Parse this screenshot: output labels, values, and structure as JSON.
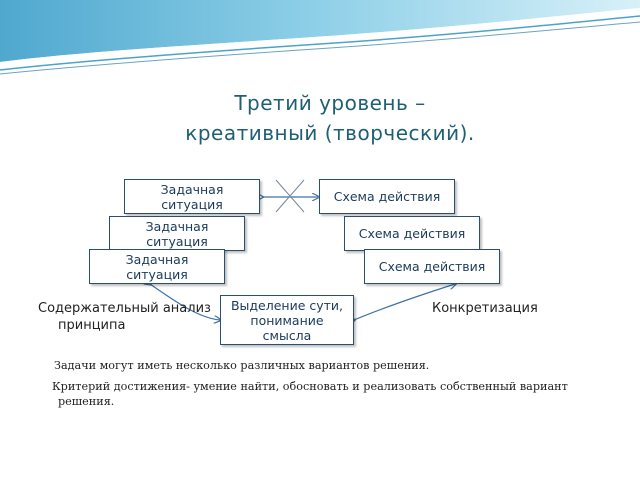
{
  "slide": {
    "title_line1": "Третий уровень –",
    "title_line2": "креативный (творческий)."
  },
  "diagram": {
    "left_boxes": [
      "Задачная ситуация",
      "Задачная ситуация",
      "Задачная ситуация"
    ],
    "right_boxes": [
      "Схема действия",
      "Схема действия",
      "Схема действия"
    ],
    "center_box": "Выделение сути, понимание смысла",
    "left_label_line1": "Содержательный анализ",
    "left_label_line2": "принципа",
    "right_label": "Конкретизация"
  },
  "notes": {
    "line1": "Задачи могут иметь несколько различных вариантов решения.",
    "line2a": "Критерий достижения- умение найти, обосновать и реализовать собственный вариант",
    "line2b": "решения."
  },
  "colors": {
    "title": "#1f5f74",
    "box_border": "#2c4f70",
    "arrow": "#3d73a5",
    "wave": "#5fb3d6"
  }
}
